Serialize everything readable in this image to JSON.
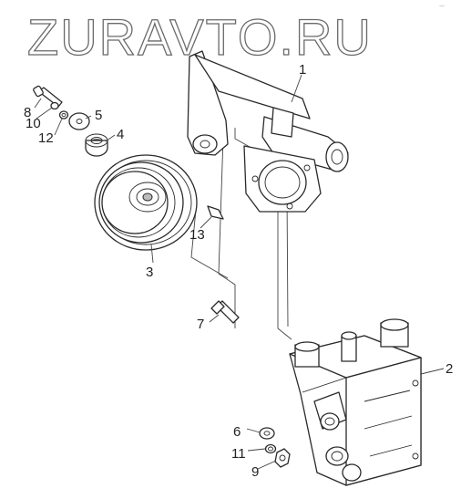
{
  "watermark": "ZURAVTO.RU",
  "corner_mark": "—",
  "callouts": {
    "c1": "1",
    "c2": "2",
    "c3": "3",
    "c4": "4",
    "c5": "5",
    "c6": "6",
    "c7": "7",
    "c8": "8",
    "c9": "9",
    "c10": "10",
    "c11": "11",
    "c12": "12",
    "c13": "13"
  }
}
